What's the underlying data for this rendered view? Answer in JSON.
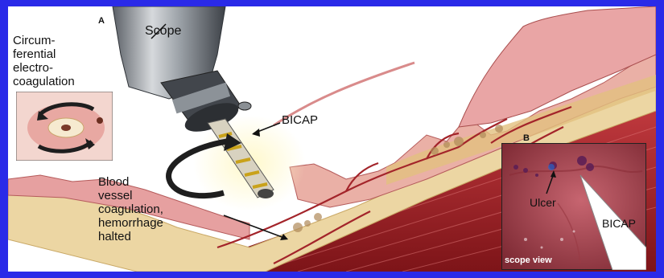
{
  "panels": {
    "a": {
      "letter": "A"
    },
    "b": {
      "letter": "B"
    }
  },
  "labels": {
    "scope": "Scope",
    "bicap": "BICAP",
    "circumferential": [
      "Circum-",
      "ferential",
      "electro-",
      "coagulation"
    ],
    "blood_vessel": [
      "Blood",
      "vessel",
      "coagulation,",
      "hemorrhage",
      "halted"
    ]
  },
  "inset_b": {
    "ulcer": "Ulcer",
    "bicap": "BICAP",
    "scope_view": "scope view"
  },
  "colors": {
    "border": "#2a2ae8",
    "tissue_pink": "#e8a3a3",
    "tissue_fat": "#e9d199",
    "muscle_red": "#a8232b",
    "mucosa_inset": "#b34a55"
  }
}
